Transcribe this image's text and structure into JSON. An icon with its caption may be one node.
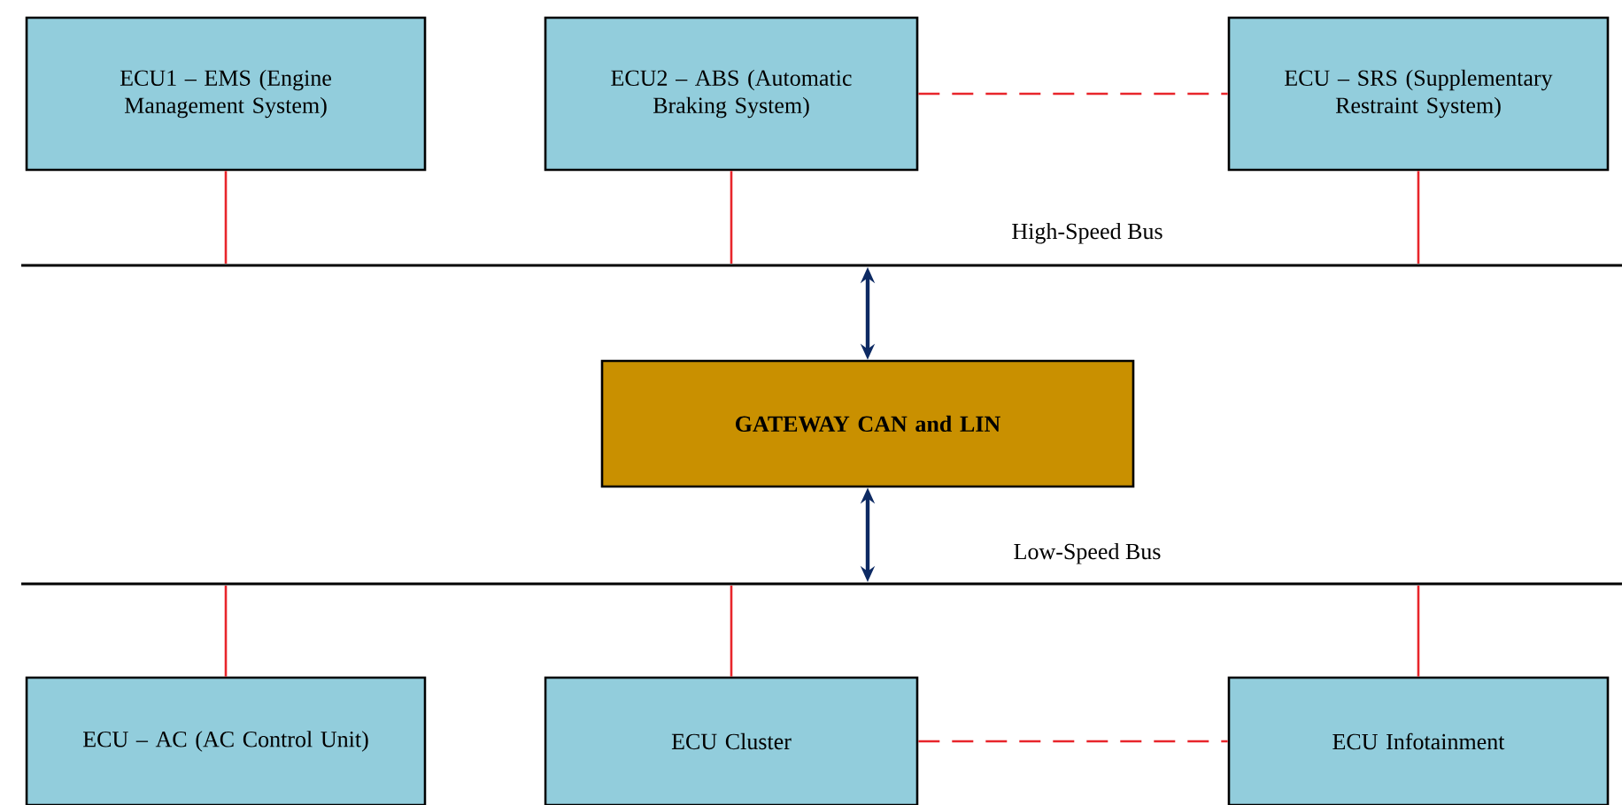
{
  "diagram": {
    "nodes": [
      {
        "text": [
          "ECU1 – EMS (Engine Management System)"
        ]
      },
      {
        "text": [
          "ECU2 – ABS (Automatic Braking System)"
        ]
      },
      {
        "text": [
          "ECU – SRS (Supplementary Restraint System)"
        ]
      },
      {
        "text": [
          "High-Speed Bus"
        ]
      },
      {
        "text": [
          "GATEWAY CAN and LIN"
        ]
      },
      {
        "text": [
          "Low-Speed Bus"
        ]
      },
      {
        "text": [
          "ECU – AC (AC Control Unit)"
        ]
      },
      {
        "text": [
          "ECU Cluster"
        ]
      },
      {
        "text": [
          "ECU Infotainment"
        ]
      }
    ],
    "edges": [
      {
        "from": 0,
        "to": 3,
        "arrow": "none"
      },
      {
        "from": 1,
        "to": 3,
        "arrow": "none"
      },
      {
        "from": 2,
        "to": 3,
        "arrow": "none"
      },
      {
        "from": 1,
        "to": 2,
        "arrow": "none",
        "style": "dashed"
      },
      {
        "from": 4,
        "to": 3,
        "arrow": "both",
        "color": "#0d2a63"
      },
      {
        "from": 4,
        "to": 5,
        "arrow": "both",
        "color": "#0d2a63"
      },
      {
        "from": 6,
        "to": 5,
        "arrow": "none"
      },
      {
        "from": 7,
        "to": 5,
        "arrow": "none"
      },
      {
        "from": 8,
        "to": 5,
        "arrow": "none"
      },
      {
        "from": 7,
        "to": 8,
        "arrow": "none",
        "style": "dashed"
      }
    ]
  }
}
